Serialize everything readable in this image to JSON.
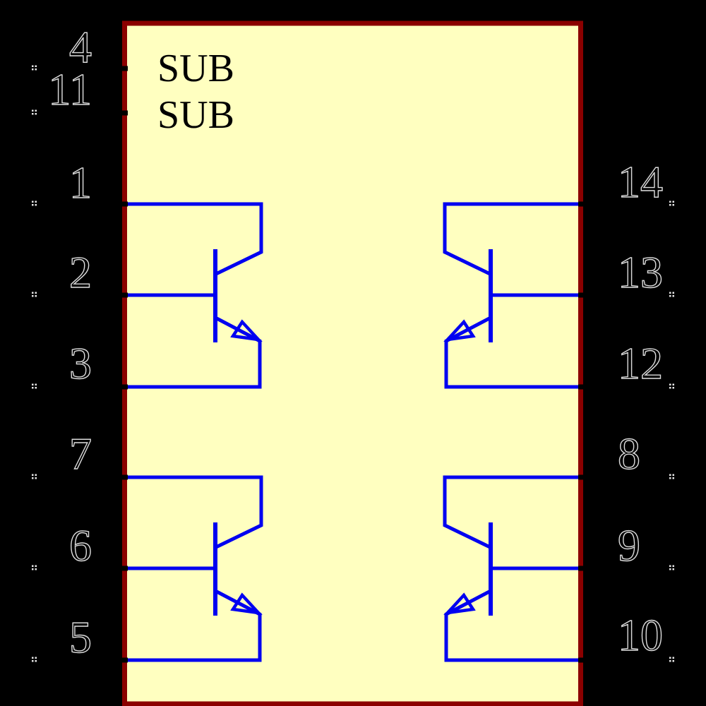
{
  "app": {
    "background_color": "#000000"
  },
  "symbol": {
    "body": {
      "fill": "#FFFFC0",
      "border_color": "#8B0000"
    },
    "wire_color": "#0000F0",
    "pin_number_color": "#DCDCDC",
    "label_color": "#000000",
    "marker_color": "#E8E8E8",
    "stub_color": "#000000",
    "substrate_labels": [
      "SUB",
      "SUB"
    ],
    "pins": {
      "left": [
        "4",
        "11",
        "1",
        "2",
        "3",
        "7",
        "6",
        "5"
      ],
      "right": [
        "14",
        "13",
        "12",
        "8",
        "9",
        "10"
      ]
    }
  }
}
